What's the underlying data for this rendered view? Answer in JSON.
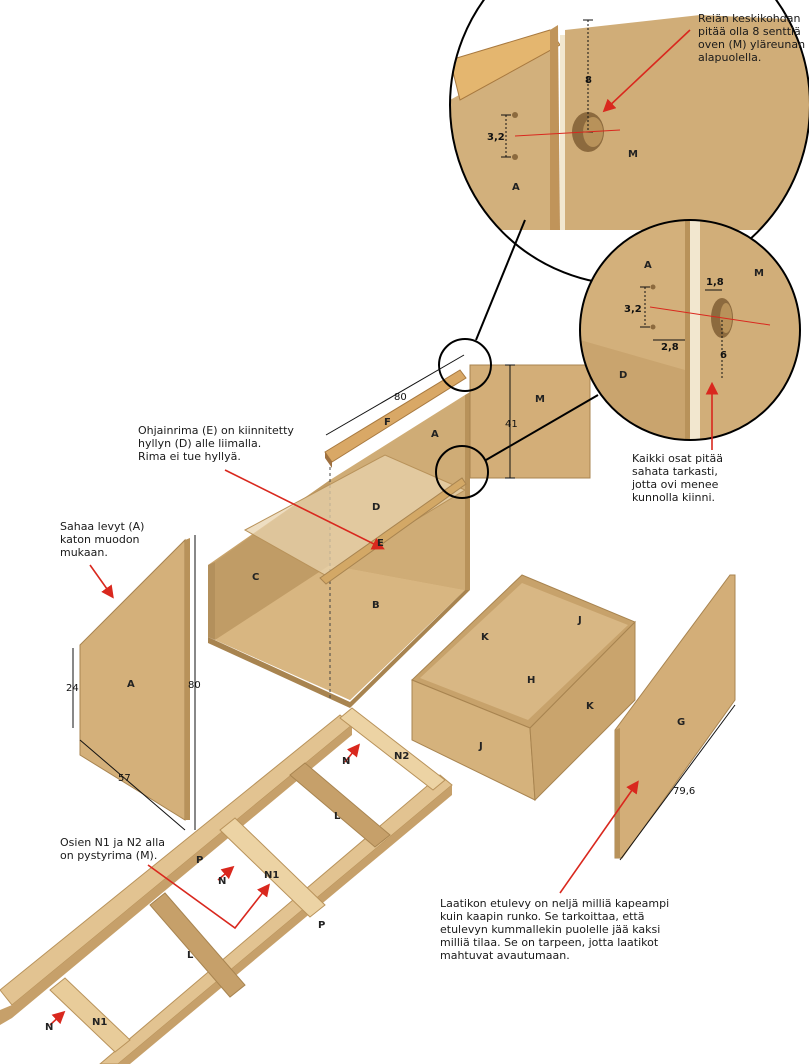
{
  "annotations": {
    "hole_center": "Reiän keskikohdan\npitää olla 8 senttiä\noven (M) yläreunan\nalapuolella.",
    "guide_rail": "Ohjainrima (E) on kiinnitetty\nhyllyn (D) alle liimalla.\nRima ei tue hyllyä.",
    "saw_panels": "Sahaa levyt (A)\nkaton muodon\nmukaan.",
    "cut_precisely": "Kaikki osat pitää\nsahata tarkasti,\njotta ovi menee\nkunnolla kiinni.",
    "under_n1_n2": "Osien N1 ja N2 alla\non pystyrima (M).",
    "drawer_front": "Laatikon etulevy on neljä milliä kapeampi\nkuin kaapin runko. Se tarkoittaa, että\netulevyn kummallekin puolelle jää kaksi\nmilliä tilaa. Se on tarpeen, jotta laatikot\nmahtuvat avautumaan."
  },
  "part_labels": {
    "A": "A",
    "B": "B",
    "C": "C",
    "D": "D",
    "E": "E",
    "F": "F",
    "G": "G",
    "H": "H",
    "J": "J",
    "K": "K",
    "L": "L",
    "M": "M",
    "N": "N",
    "N1": "N1",
    "N2": "N2",
    "P": "P"
  },
  "dimensions": {
    "hole_from_top": "8",
    "hole_spacing_top": "3,2",
    "hole_spacing_right": "3,2",
    "hinge_offset": "1,8",
    "hole_edge": "2,8",
    "door_hole_below": "6",
    "rail_length": "80",
    "door_height": "41",
    "panel_a_short": "24",
    "panel_a_height": "80",
    "panel_a_width": "57",
    "drawer_front_width": "79,6"
  },
  "colors": {
    "board": "#d7b47e",
    "board_dark": "#b8925a",
    "board_edge": "#e9d2a7",
    "arrow": "#d9281e"
  }
}
